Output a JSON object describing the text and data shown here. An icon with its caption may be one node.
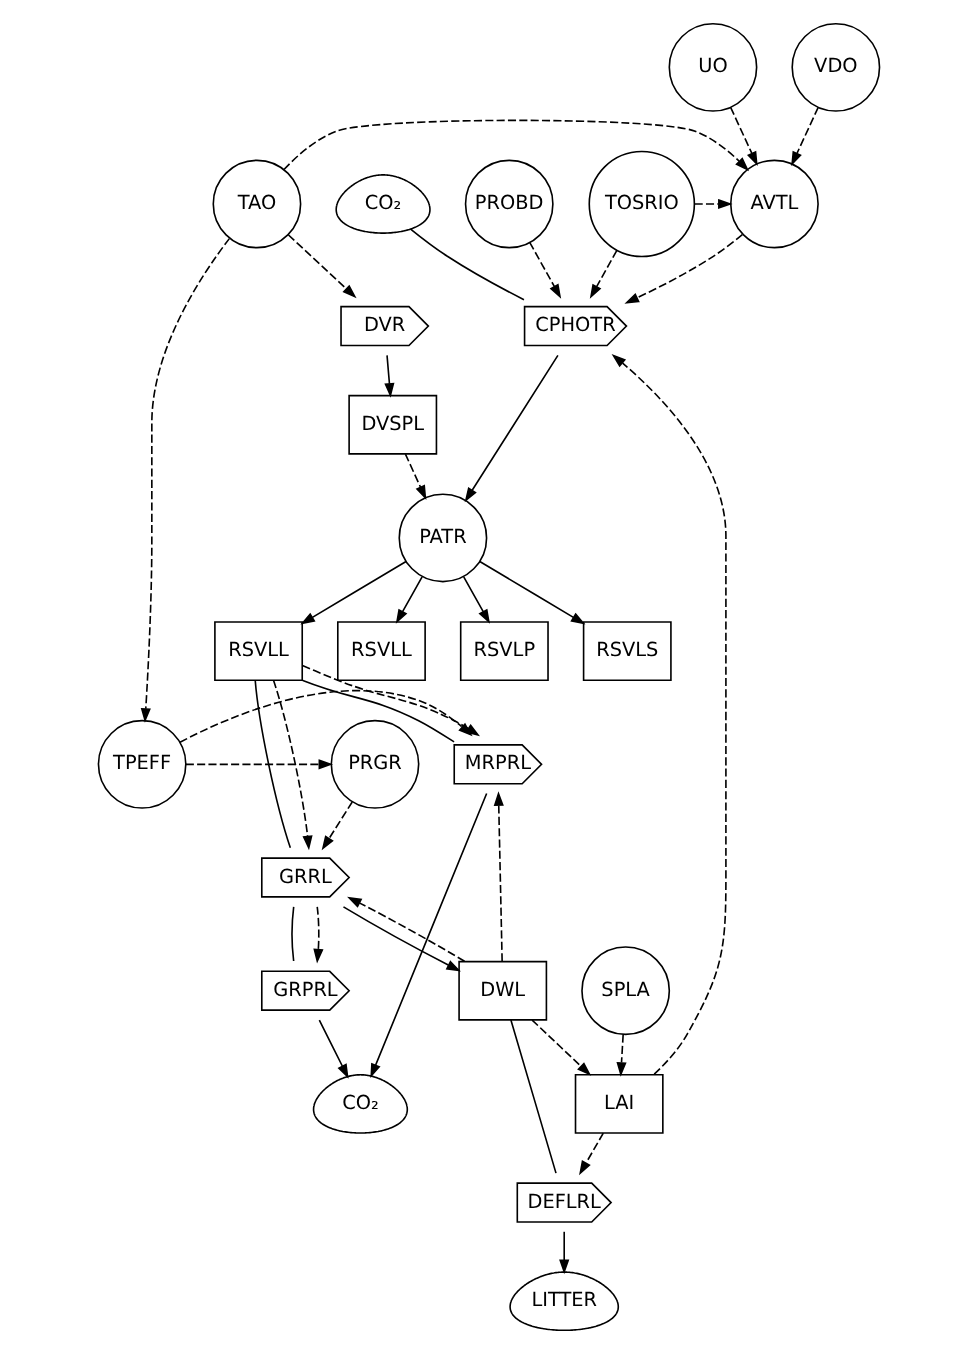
{
  "diagram": {
    "nodes": [
      {
        "text": [
          "UO"
        ]
      },
      {
        "text": [
          "VDO"
        ]
      },
      {
        "text": [
          "TOSRIO"
        ]
      },
      {
        "text": [
          "AVTL"
        ]
      },
      {
        "text": [
          "TAO"
        ]
      },
      {
        "text": [
          "CO₂"
        ]
      },
      {
        "text": [
          "PROBD"
        ]
      },
      {
        "text": [
          "CPHOTR"
        ]
      },
      {
        "text": [
          "DVR"
        ]
      },
      {
        "text": [
          "DVSPL"
        ]
      },
      {
        "text": [
          "PATR"
        ]
      },
      {
        "text": [
          "RSVLS"
        ]
      },
      {
        "text": [
          "RSVLL"
        ]
      },
      {
        "text": [
          "RSVLL"
        ]
      },
      {
        "text": [
          "RSVLP"
        ]
      },
      {
        "text": [
          "MRPRL"
        ]
      },
      {
        "text": [
          "GRRL"
        ]
      },
      {
        "text": [
          "PRGR"
        ]
      },
      {
        "text": [
          "TPEFF"
        ]
      },
      {
        "text": [
          "GRPRL"
        ]
      },
      {
        "text": [
          "CO₂"
        ]
      },
      {
        "text": [
          "DWL"
        ]
      },
      {
        "text": [
          "LAI"
        ]
      },
      {
        "text": [
          "DEFLRL"
        ]
      },
      {
        "text": [
          "SPLA"
        ]
      },
      {
        "text": [
          "LITTER"
        ]
      }
    ],
    "edges": [
      {
        "from": 0,
        "to": 3,
        "arrow": "to",
        "style": "dashed"
      },
      {
        "from": 1,
        "to": 3,
        "arrow": "to",
        "style": "dashed"
      },
      {
        "from": 2,
        "to": 3,
        "arrow": "to",
        "style": "dashed"
      },
      {
        "from": 4,
        "to": 3,
        "arrow": "to",
        "style": "dashed"
      },
      {
        "from": 2,
        "to": 7,
        "arrow": "to",
        "style": "dashed"
      },
      {
        "from": 6,
        "to": 7,
        "arrow": "to",
        "style": "dashed"
      },
      {
        "from": 3,
        "to": 7,
        "arrow": "to",
        "style": "dashed"
      },
      {
        "from": 4,
        "to": 8,
        "arrow": "to",
        "style": "dashed"
      },
      {
        "from": 4,
        "to": 18,
        "arrow": "to",
        "style": "dashed"
      },
      {
        "from": 5,
        "to": 7,
        "arrow": "none"
      },
      {
        "from": 7,
        "to": 10,
        "arrow": "to"
      },
      {
        "from": 8,
        "to": 9,
        "arrow": "to"
      },
      {
        "from": 9,
        "to": 10,
        "arrow": "to",
        "style": "dashed"
      },
      {
        "from": 22,
        "to": 7,
        "arrow": "to",
        "style": "dashed"
      },
      {
        "from": 10,
        "to": 11,
        "arrow": "to"
      },
      {
        "from": 10,
        "to": 12,
        "arrow": "to"
      },
      {
        "from": 10,
        "to": 13,
        "arrow": "to"
      },
      {
        "from": 10,
        "to": 14,
        "arrow": "to"
      },
      {
        "from": 12,
        "to": 15,
        "arrow": "none"
      },
      {
        "from": 15,
        "to": 20,
        "arrow": "to"
      },
      {
        "from": 12,
        "to": 16,
        "arrow": "none"
      },
      {
        "from": 16,
        "to": 21,
        "arrow": "to"
      },
      {
        "from": 16,
        "to": 19,
        "arrow": "none"
      },
      {
        "from": 19,
        "to": 20,
        "arrow": "to"
      },
      {
        "from": 12,
        "to": 16,
        "arrow": "to",
        "style": "dashed"
      },
      {
        "from": 12,
        "to": 15,
        "arrow": "to",
        "style": "dashed"
      },
      {
        "from": 18,
        "to": 15,
        "arrow": "to",
        "style": "dashed"
      },
      {
        "from": 16,
        "to": 19,
        "arrow": "to",
        "style": "dashed"
      },
      {
        "from": 18,
        "to": 17,
        "arrow": "to",
        "style": "dashed"
      },
      {
        "from": 17,
        "to": 16,
        "arrow": "to",
        "style": "dashed"
      },
      {
        "from": 21,
        "to": 16,
        "arrow": "to",
        "style": "dashed"
      },
      {
        "from": 21,
        "to": 15,
        "arrow": "to",
        "style": "dashed"
      },
      {
        "from": 21,
        "to": 22,
        "arrow": "to",
        "style": "dashed"
      },
      {
        "from": 22,
        "to": 23,
        "arrow": "to",
        "style": "dashed"
      },
      {
        "from": 21,
        "to": 23,
        "arrow": "none"
      },
      {
        "from": 23,
        "to": 25,
        "arrow": "to"
      },
      {
        "from": 24,
        "to": 22,
        "arrow": "to",
        "style": "dashed"
      }
    ]
  }
}
